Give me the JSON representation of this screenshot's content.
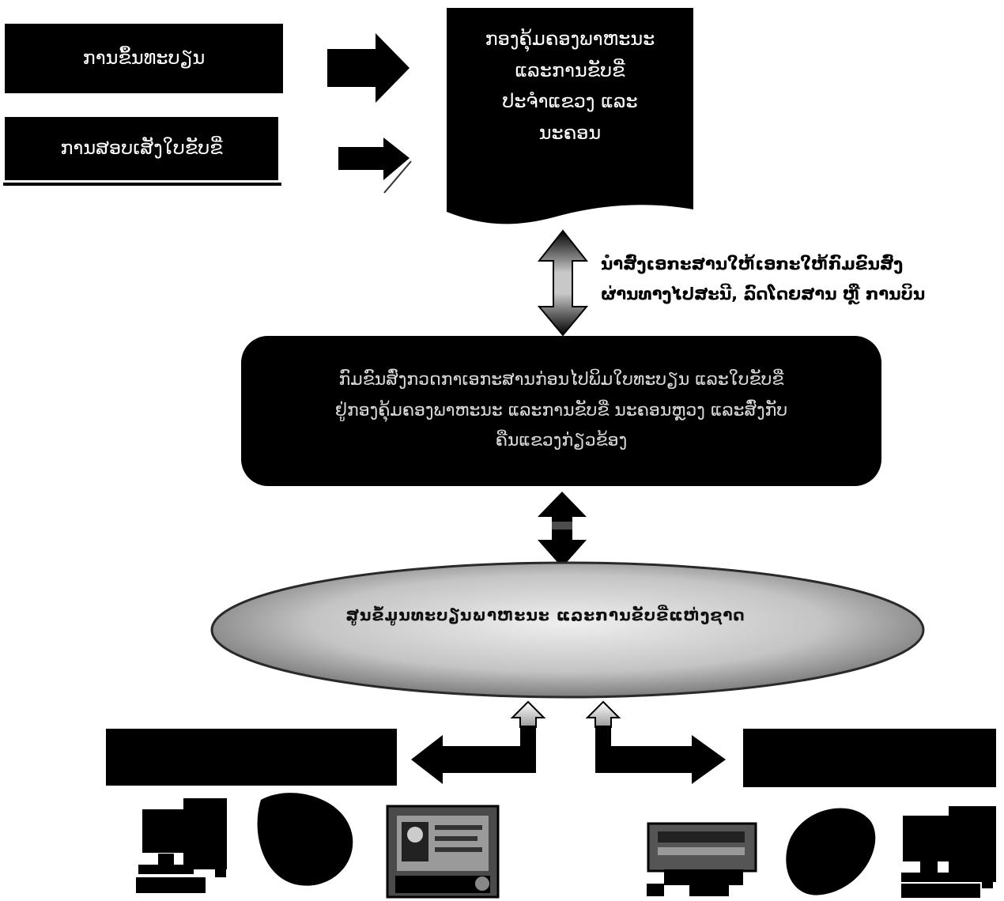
{
  "top_boxes": {
    "registration": "ການຂຶ້ນທະບຽນ",
    "license_test": "ການສອບເສັງໃບຂັບຂີ່"
  },
  "office_box": {
    "line1": "ກອງຄຸ້ມຄອງພາຫະນະ",
    "line2": "ແລະການຂັບຂີ່",
    "line3": "ປະຈຳແຂວງ ແລະ",
    "line4": "ນະຄອນ"
  },
  "transfer_note": {
    "line1": "ນຳສົ່ງເອກະສານໃຫ້ເອກະໃຫ້ກົມຂົນສົ່ງ",
    "line2": "ຜ່ານທາງໄປສະນີ, ລົດໂດຍສານ ຫຼື ການບິນ"
  },
  "center_box": {
    "line1": "ກົມຂົນສົ່ງກວດກາເອກະສານກ່ອນໄປພິມໃບທະບຽນ ແລະໃບຂັບຂີ່",
    "line2": "ຢູ່ກອງຄຸ້ມຄອງພາຫະນະ ແລະການຂັບຂີ່ ນະຄອນຫຼວງ ແລະສົ່ງກັບ",
    "line3": "ຄືນແຂວງກ່ຽວຂ້ອງ"
  },
  "ellipse": {
    "label": "ສູນຂໍ້ມູນທະບຽນພາຫະນະ ແລະການຂັບຂີ່ແຫ່ງຊາດ"
  },
  "colors": {
    "box_fill": "#000000",
    "arrow_light": "#b8b8b8",
    "ellipse_light": "#e6e6e6",
    "ellipse_dark": "#7a7a7a"
  },
  "icons": {
    "left_group": [
      "computer-icon",
      "printer-icon",
      "camera-card-icon"
    ],
    "right_group": [
      "scanner-icon",
      "printer-icon",
      "computer-icon"
    ]
  }
}
